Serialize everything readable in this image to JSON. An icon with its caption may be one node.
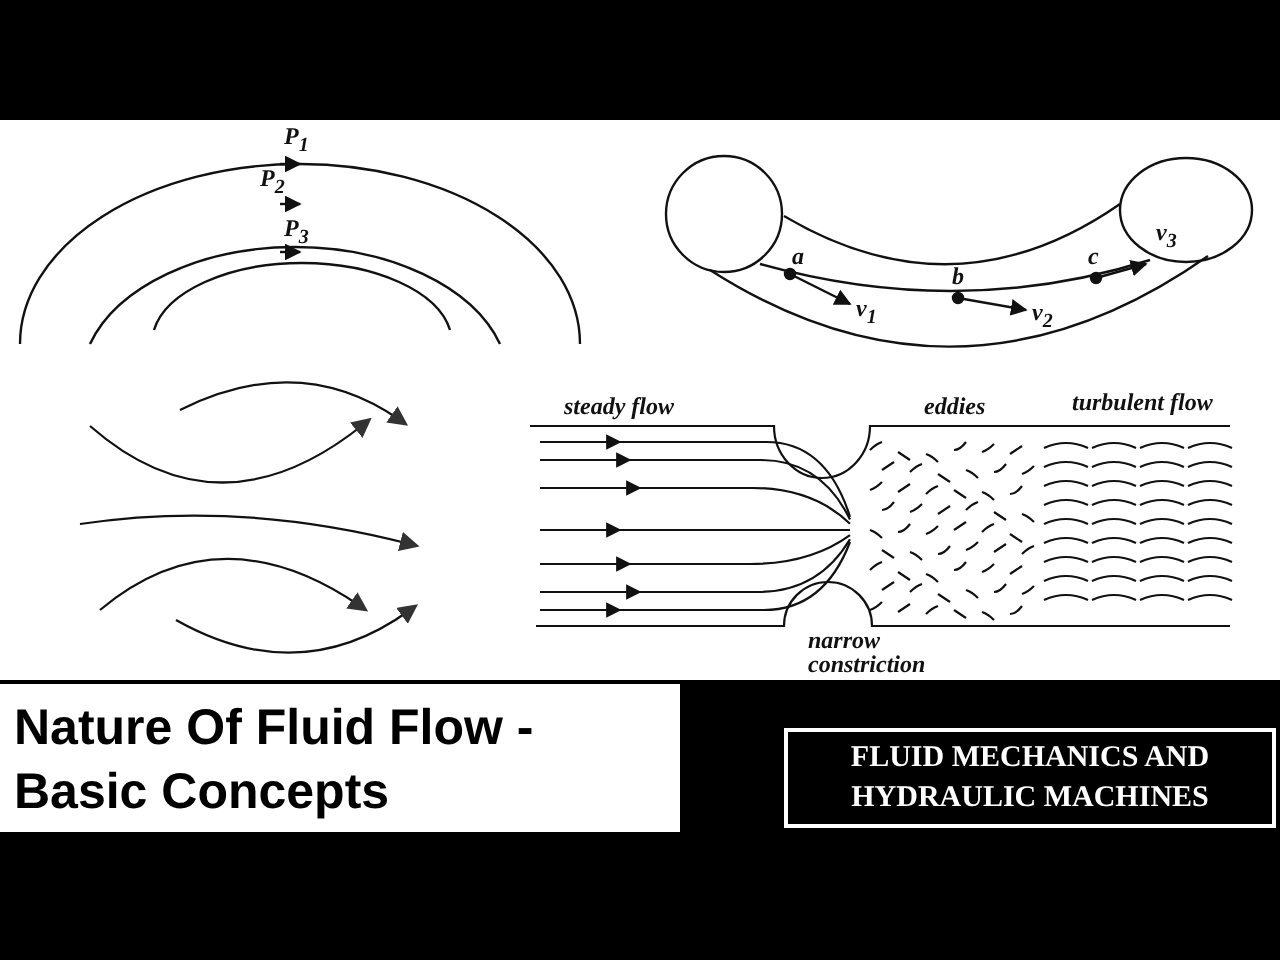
{
  "diagram": {
    "title": "Nature Of Fluid Flow - Basic Concepts",
    "caption": "FLUID MECHANICS AND HYDRAULIC MACHINES",
    "labels": [
      "P$_{1}$",
      "P$_{2}$",
      "P$_{3}$",
      "a",
      "b",
      "c",
      "v$_{1}$",
      "v$_{2}$",
      "v$_{3}$",
      "steady flow",
      "eddies",
      "turbulent flow",
      "narrow constriction"
    ]
  }
}
